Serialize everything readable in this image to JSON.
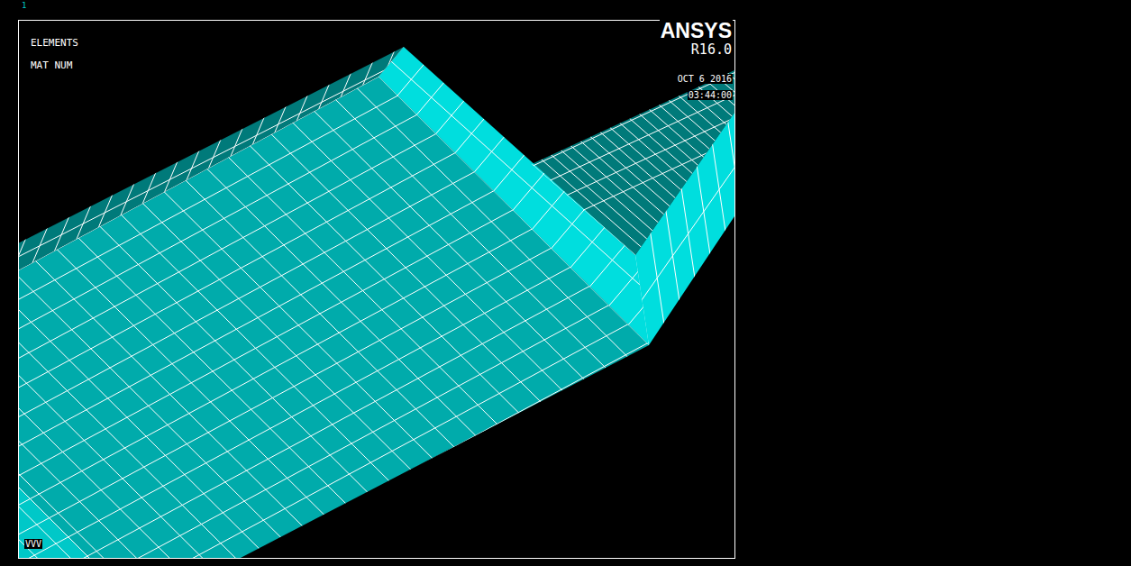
{
  "diagram": {
    "labels": [
      "1",
      "ELEMENTS",
      "MAT NUM",
      "ANSYS",
      "R16.0",
      "OCT 6 2016",
      "03:44:00",
      "VVV"
    ]
  }
}
